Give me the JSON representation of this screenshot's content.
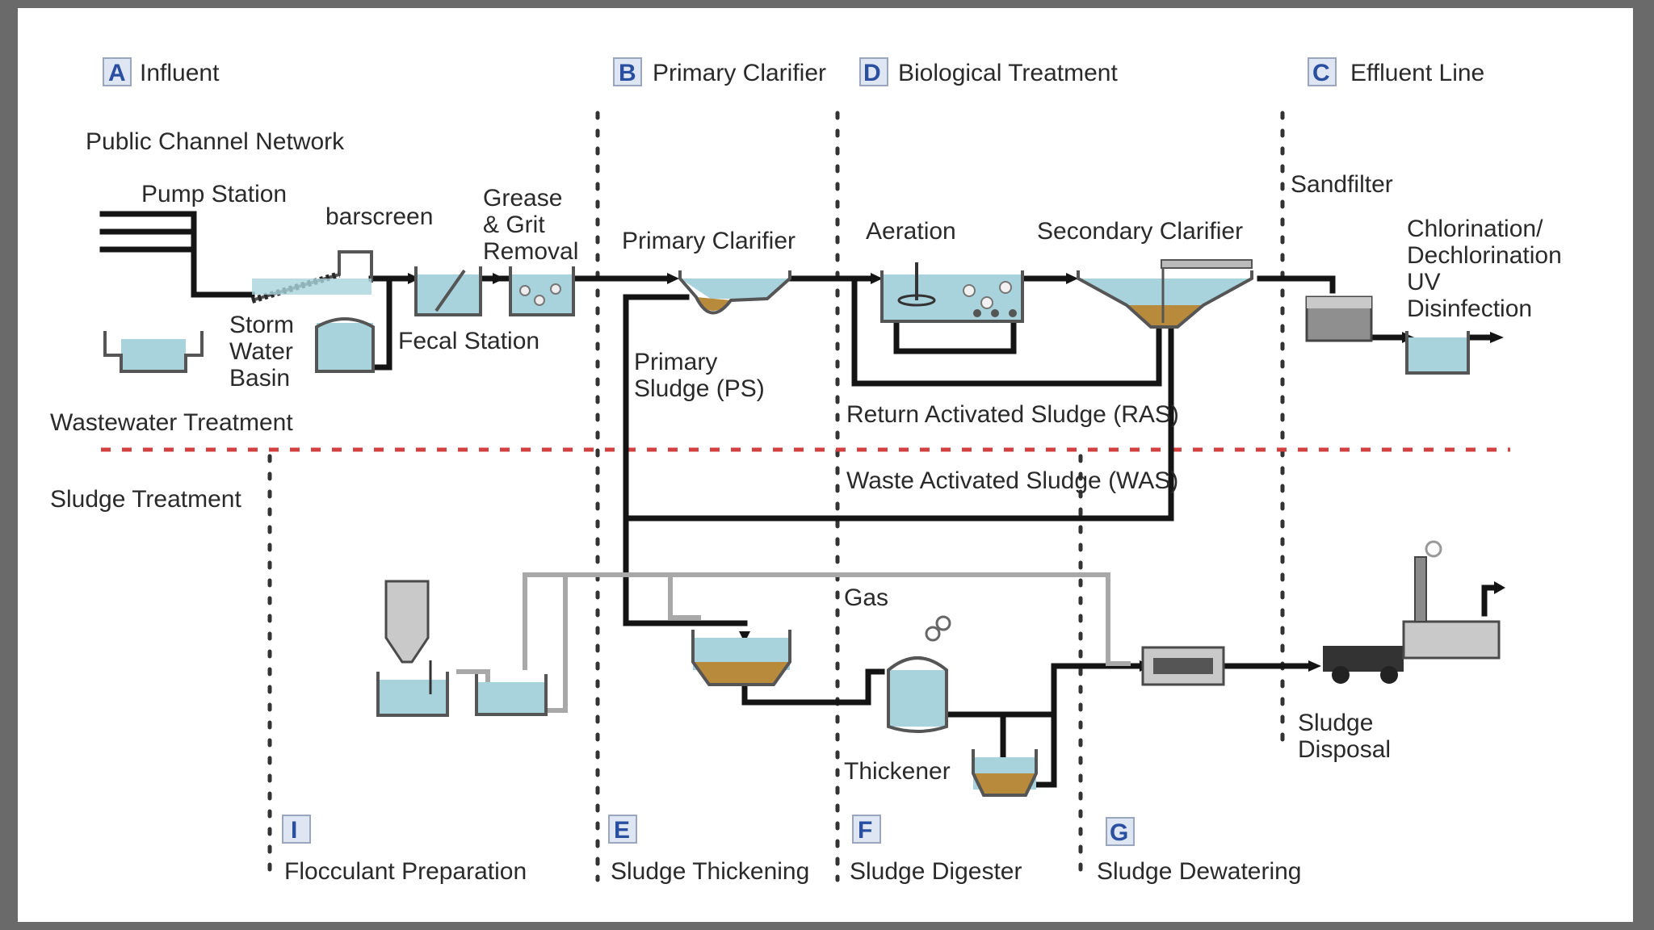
{
  "sections": {
    "A": {
      "letter": "A",
      "label": "Influent"
    },
    "B": {
      "letter": "B",
      "label": "Primary Clarifier"
    },
    "D": {
      "letter": "D",
      "label": "Biological Treatment"
    },
    "C": {
      "letter": "C",
      "label": "Effluent Line"
    },
    "I": {
      "letter": "I",
      "label": "Flocculant Preparation"
    },
    "E": {
      "letter": "E",
      "label": "Sludge Thickening"
    },
    "F": {
      "letter": "F",
      "label": "Sludge Digester"
    },
    "G": {
      "letter": "G",
      "label": "Sludge Dewatering"
    }
  },
  "labels": {
    "public_channel": "Public Channel Network",
    "pump_station": "Pump Station",
    "barscreen": "barscreen",
    "grease_1": "Grease",
    "grease_2": "& Grit",
    "grease_3": "Removal",
    "storm_1": "Storm",
    "storm_2": "Water",
    "storm_3": "Basin",
    "fecal_station": "Fecal Station",
    "wastewater_treatment": "Wastewater Treatment",
    "sludge_treatment": "Sludge Treatment",
    "primary_clarifier": "Primary Clarifier",
    "primary_sludge_1": "Primary",
    "primary_sludge_2": "Sludge (PS)",
    "aeration": "Aeration",
    "secondary_clarifier": "Secondary Clarifier",
    "ras": "Return Activated Sludge (RAS)",
    "was": "Waste Activated Sludge (WAS)",
    "sandfilter": "Sandfilter",
    "chlor_1": "Chlorination/",
    "chlor_2": "Dechlorination",
    "chlor_3": "UV",
    "chlor_4": "Disinfection",
    "gas": "Gas",
    "thickener": "Thickener",
    "disposal_1": "Sludge",
    "disposal_2": "Disposal"
  },
  "colors": {
    "water": "#a9d3dc",
    "sludge": "#b88a3c",
    "badge_text": "#2a4fa0",
    "divider": "#d24040"
  }
}
